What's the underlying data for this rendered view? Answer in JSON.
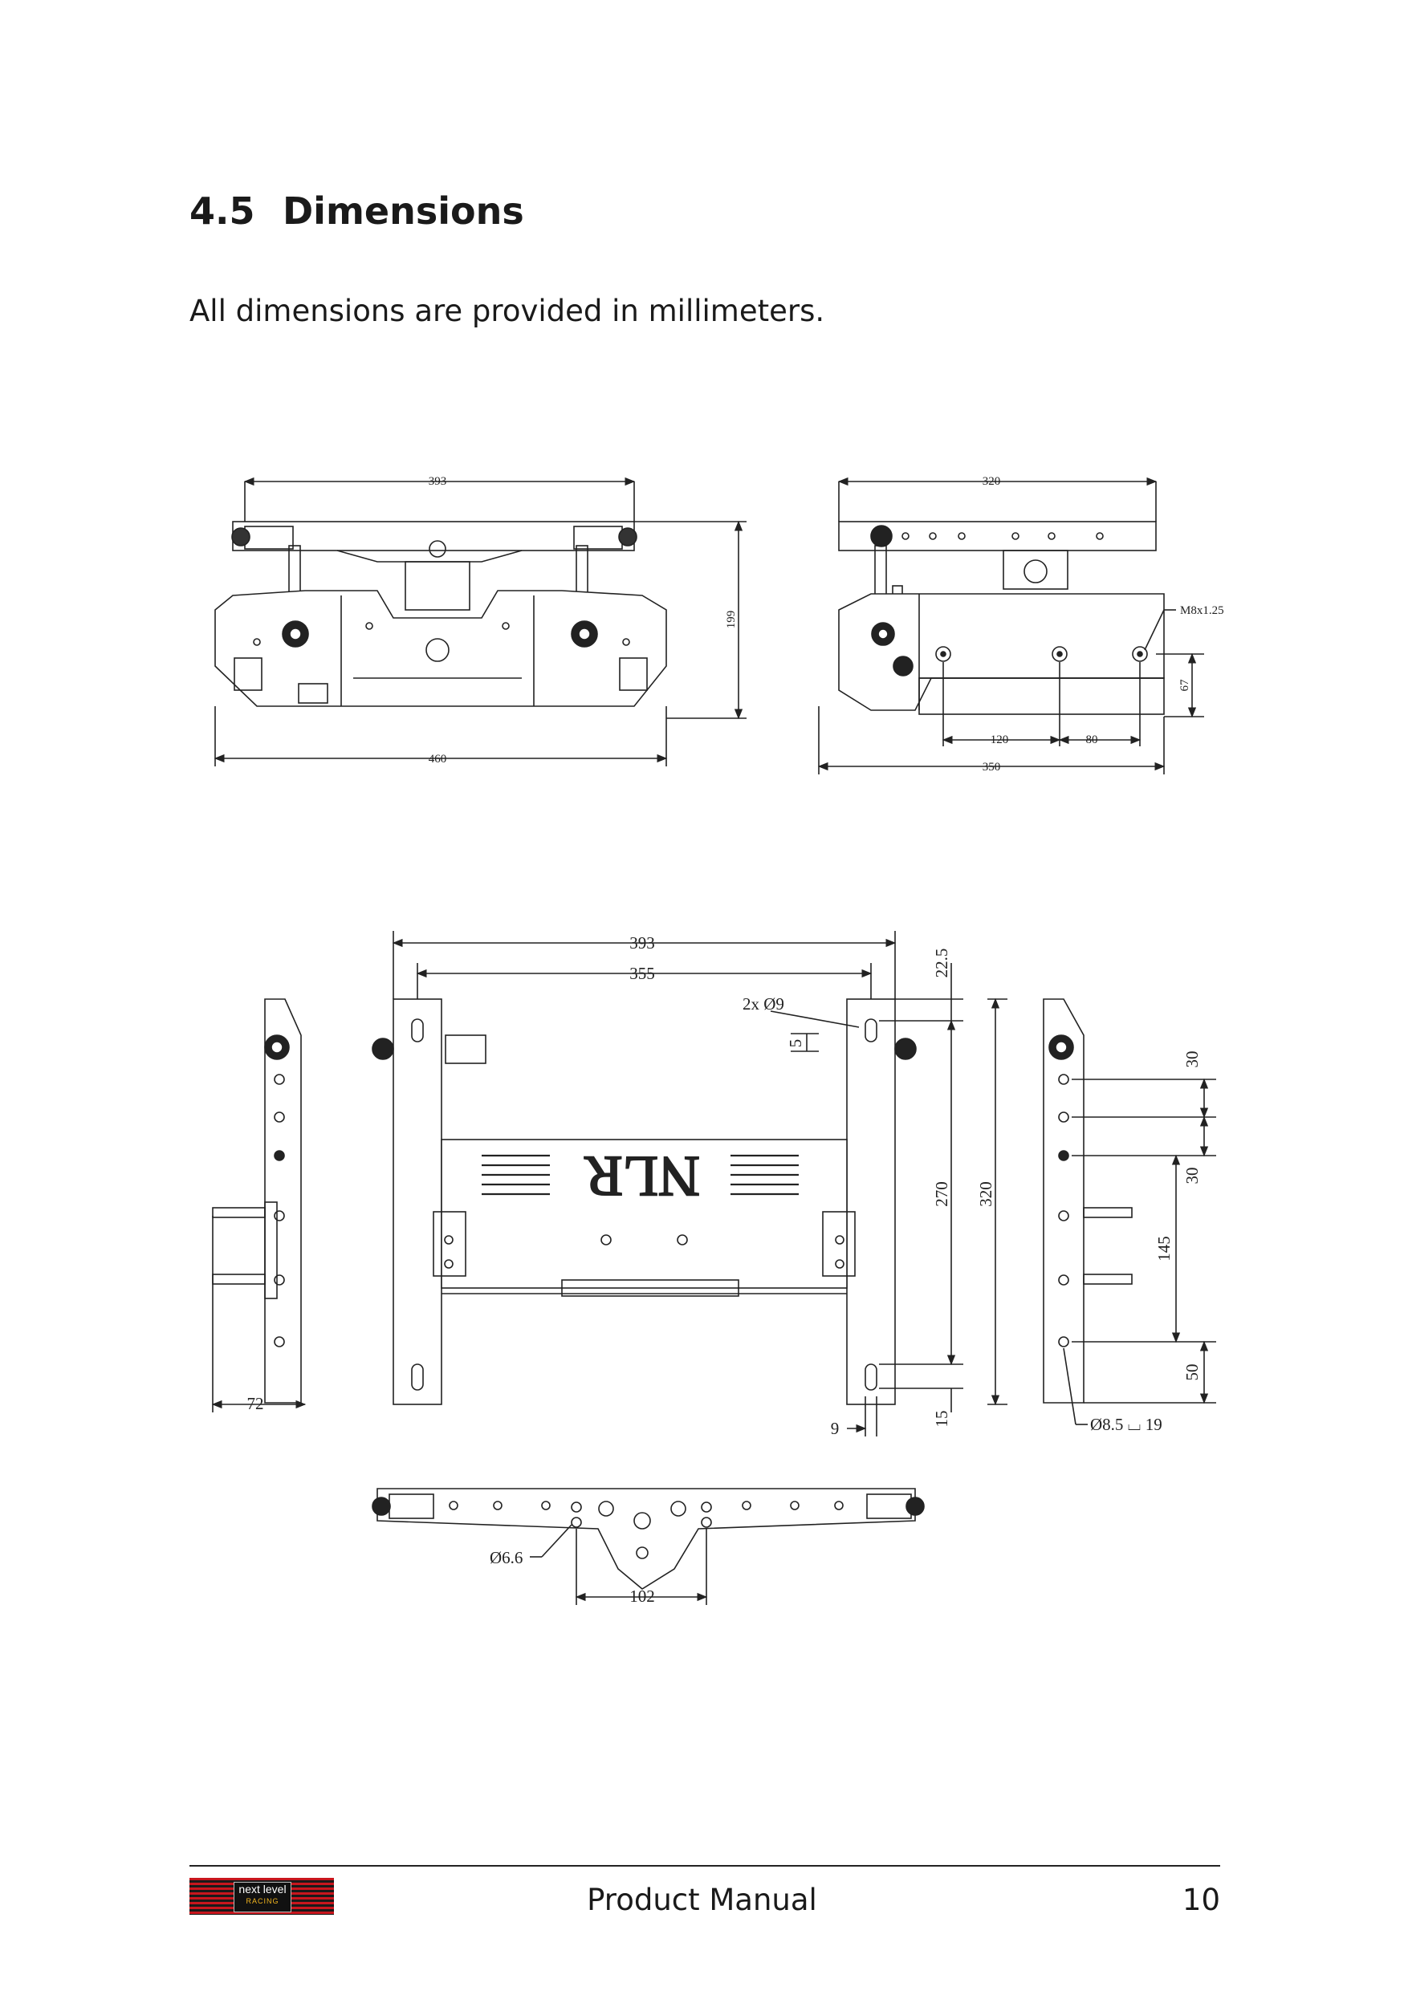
{
  "section": {
    "number": "4.5",
    "title": "Dimensions"
  },
  "intro": "All dimensions are provided in millimeters.",
  "drawings": {
    "front": {
      "width_top": "393",
      "height": "199",
      "width_bottom": "460"
    },
    "side": {
      "width_top": "320",
      "thread": "M8x1.25",
      "height": "67",
      "hole_a": "120",
      "hole_b": "80",
      "width_bottom": "350"
    },
    "top": {
      "width_outer": "393",
      "width_inner": "355",
      "slot_top": "22.5",
      "hole_note": "2x Ø9",
      "slot_w": "5",
      "length": "270",
      "length_outer": "320",
      "slot_bottom": "15",
      "slot_x": "9",
      "depth": "72",
      "hole_spacing_1": "30",
      "hole_spacing_2": "30",
      "hole_span": "145",
      "hole_end": "50",
      "hole_note_2": "Ø8.5 ⌴ 19",
      "logo_text": "NLR"
    },
    "bottom": {
      "hole_note": "Ø6.6",
      "spacing": "102"
    }
  },
  "footer": {
    "logo_line1": "next level",
    "logo_line2": "RACING",
    "title": "Product Manual",
    "page": "10"
  }
}
